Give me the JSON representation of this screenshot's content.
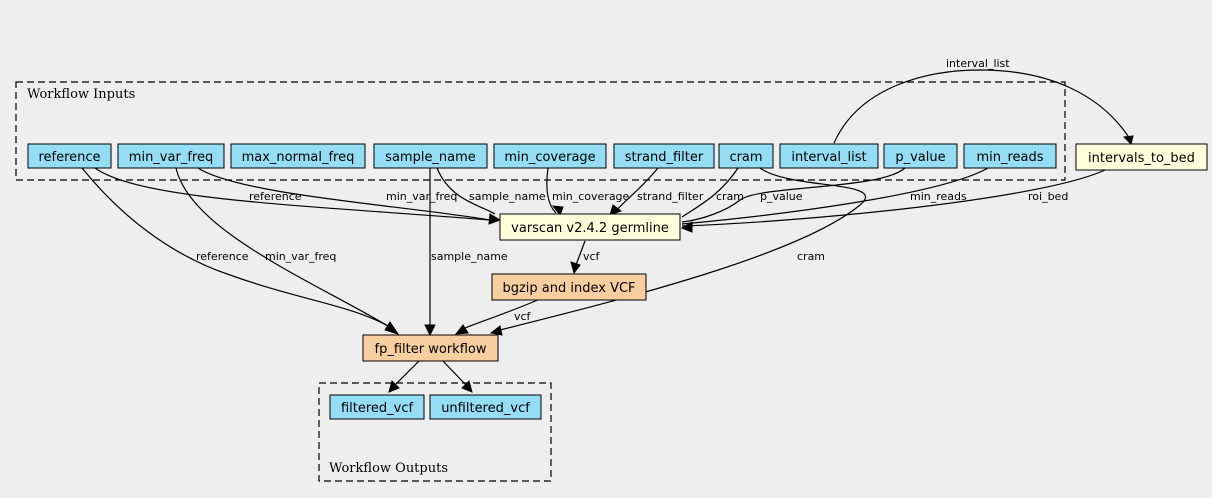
{
  "clusters": {
    "inputs": "Workflow Inputs",
    "outputs": "Workflow Outputs"
  },
  "colors": {
    "input": "#94ddf4",
    "step": "#ffffdc",
    "subworkflow": "#f7ce9f",
    "output": "#94ddf4",
    "background": "#eeeeee"
  },
  "nodes": {
    "reference": "reference",
    "min_var_freq": "min_var_freq",
    "max_normal_freq": "max_normal_freq",
    "sample_name": "sample_name",
    "min_coverage": "min_coverage",
    "strand_filter": "strand_filter",
    "cram": "cram",
    "interval_list": "interval_list",
    "p_value": "p_value",
    "min_reads": "min_reads",
    "intervals_to_bed": "intervals_to_bed",
    "varscan": "varscan v2.4.2 germline",
    "bgzip": "bgzip and index VCF",
    "fp_filter": "fp_filter workflow",
    "filtered_vcf": "filtered_vcf",
    "unfiltered_vcf": "unfiltered_vcf"
  },
  "edge_labels": {
    "interval_list_to_bed": "interval_list",
    "ref_varscan": "reference",
    "mvf_varscan": "min_var_freq",
    "sn_varscan": "sample_name",
    "mc_varscan": "min_coverage",
    "sf_varscan": "strand_filter",
    "cram_varscan": "cram",
    "pv_varscan": "p_value",
    "mr_varscan": "min_reads",
    "roi_varscan": "roi_bed",
    "ref_fp": "reference",
    "mvf_fp": "min_var_freq",
    "sn_fp": "sample_name",
    "vcf_bgzip": "vcf",
    "cram_fp": "cram",
    "vcf_fp": "vcf"
  }
}
